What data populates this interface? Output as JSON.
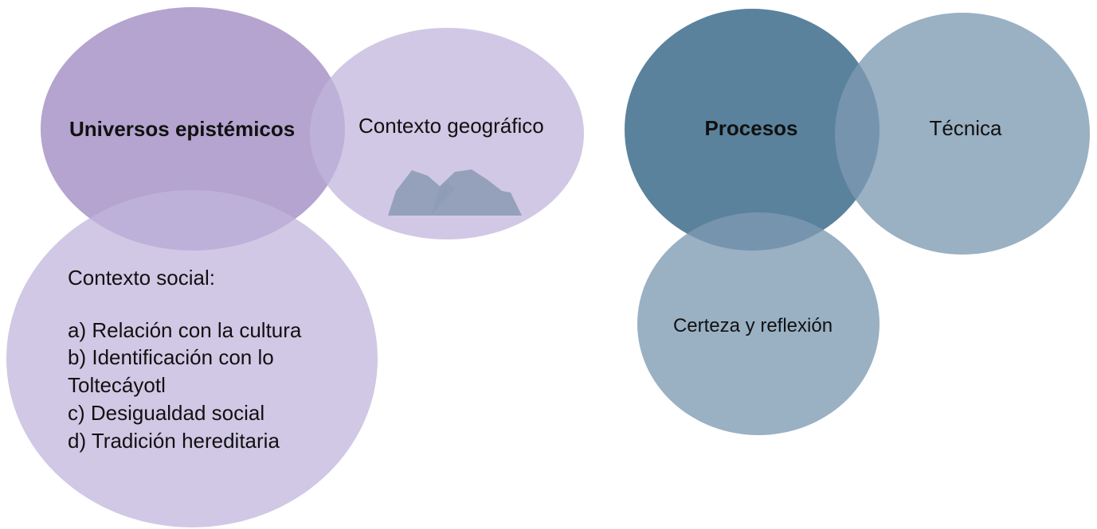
{
  "colors": {
    "purple_dark": "#a794c7",
    "purple_light": "#c2b6dc",
    "blue_dark": "#2c5f80",
    "blue_light": "#7d9ab2",
    "mountain": "#8e9cb5",
    "text": "#111111"
  },
  "left_group": {
    "universos": "Universos epistémicos",
    "geografico": "Contexto geográfico",
    "geografico_icon": "mountain-icon",
    "social_title": "Contexto social:",
    "social_items": [
      "a) Relación con la cultura",
      "b) Identificación con lo",
      "Toltecáyotl",
      "c) Desigualdad social",
      "d) Tradición hereditaria"
    ]
  },
  "right_group": {
    "procesos": "Procesos",
    "tecnica": "Técnica",
    "certeza": "Certeza y reflexión"
  }
}
